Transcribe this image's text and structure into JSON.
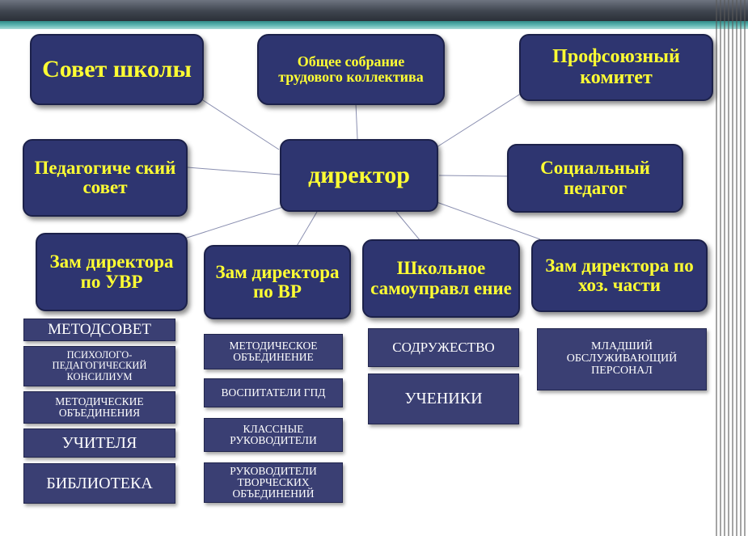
{
  "diagram": {
    "main_nodes": {
      "council": "Совет школы",
      "assembly": "Общее собрание трудового коллектива",
      "union": "Профсоюзный комитет",
      "ped_council": "Педагогиче ский совет",
      "director": "директор",
      "social_ped": "Социальный педагог",
      "deputy_uvr": "Зам директора по УВР",
      "deputy_vr": "Зам директора по ВР",
      "self_gov": "Школьное самоуправл ение",
      "deputy_hoz": "Зам директора по хоз. части"
    },
    "uvr_items": [
      "МЕТОДСОВЕТ",
      "ПСИХОЛОГО-ПЕДАГОГИЧЕСКИЙ КОНСИЛИУМ",
      "МЕТОДИЧЕСКИЕ ОБЪЕДИНЕНИЯ",
      "УЧИТЕЛЯ",
      "БИБЛИОТЕКА"
    ],
    "vr_items": [
      "МЕТОДИЧЕСКОЕ ОБЪЕДИНЕНИЕ",
      "ВОСПИТАТЕЛИ ГПД",
      "КЛАССНЫЕ РУКОВОДИТЕЛИ",
      "РУКОВОДИТЕЛИ ТВОРЧЕСКИХ ОБЪЕДИНЕНИЙ"
    ],
    "self_gov_items": [
      "СОДРУЖЕСТВО",
      "УЧЕНИКИ"
    ],
    "hoz_items": [
      "МЛАДШИЙ ОБСЛУЖИВАЮЩИЙ ПЕРСОНАЛ"
    ],
    "colors": {
      "box_fill": "#2e3570",
      "box_text": "#ffff33",
      "sub_fill": "#3a3f73",
      "sub_text": "#ffffff",
      "line": "#8a8fb0",
      "accent": "#5cb5b1"
    }
  }
}
